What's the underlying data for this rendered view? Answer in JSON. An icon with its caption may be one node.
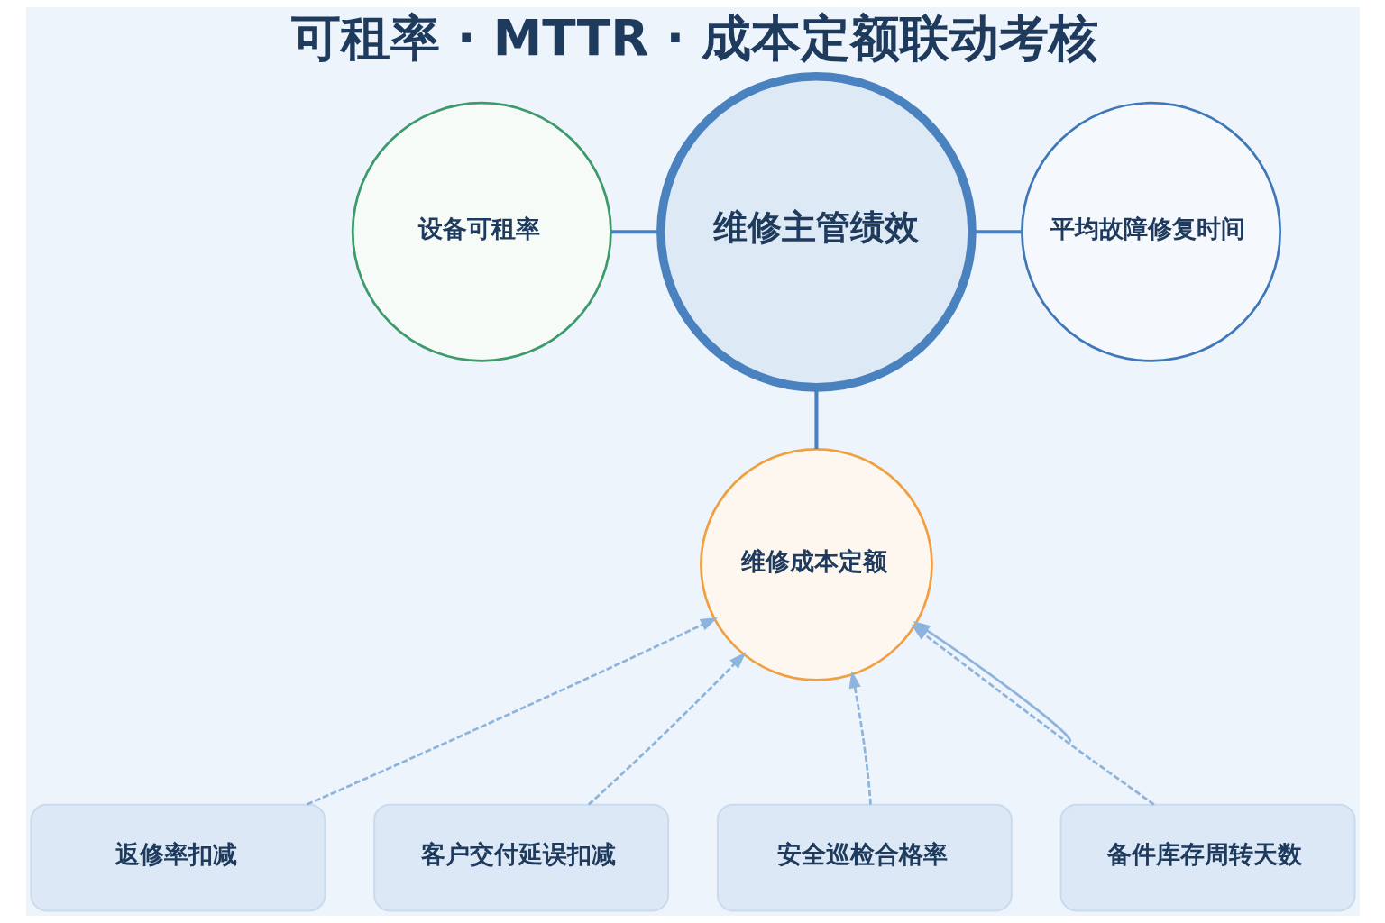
{
  "diagram": {
    "title": "可租率 · MTTR · 成本定额联动考核",
    "nodes": [
      {
        "text": [
          "设备可租率"
        ]
      },
      {
        "text": [
          "维修主管绩效"
        ]
      },
      {
        "text": [
          "平均故障修复时间"
        ]
      },
      {
        "text": [
          "维修成本定额"
        ]
      },
      {
        "text": [
          "返修率扣减"
        ]
      },
      {
        "text": [
          "客户交付延误扣减"
        ]
      },
      {
        "text": [
          "安全巡检合格率"
        ]
      },
      {
        "text": [
          "备件库存周转天数"
        ]
      }
    ],
    "edges": [
      {
        "from": 0,
        "to": 1,
        "arrow": "none",
        "color": "#4a80bd"
      },
      {
        "from": 1,
        "to": 2,
        "arrow": "none",
        "color": "#4a80bd"
      },
      {
        "from": 1,
        "to": 3,
        "arrow": "none",
        "color": "#4a80bd"
      },
      {
        "from": 4,
        "to": 3,
        "arrow": "to",
        "style": "dashed"
      },
      {
        "from": 5,
        "to": 3,
        "arrow": "to",
        "style": "dashed"
      },
      {
        "from": null,
        "to": 3,
        "arrow": "to"
      },
      {
        "from": 6,
        "to": 3,
        "arrow": "to",
        "style": "dashed"
      },
      {
        "from": 7,
        "to": 3,
        "arrow": "to",
        "style": "dashed"
      }
    ]
  }
}
